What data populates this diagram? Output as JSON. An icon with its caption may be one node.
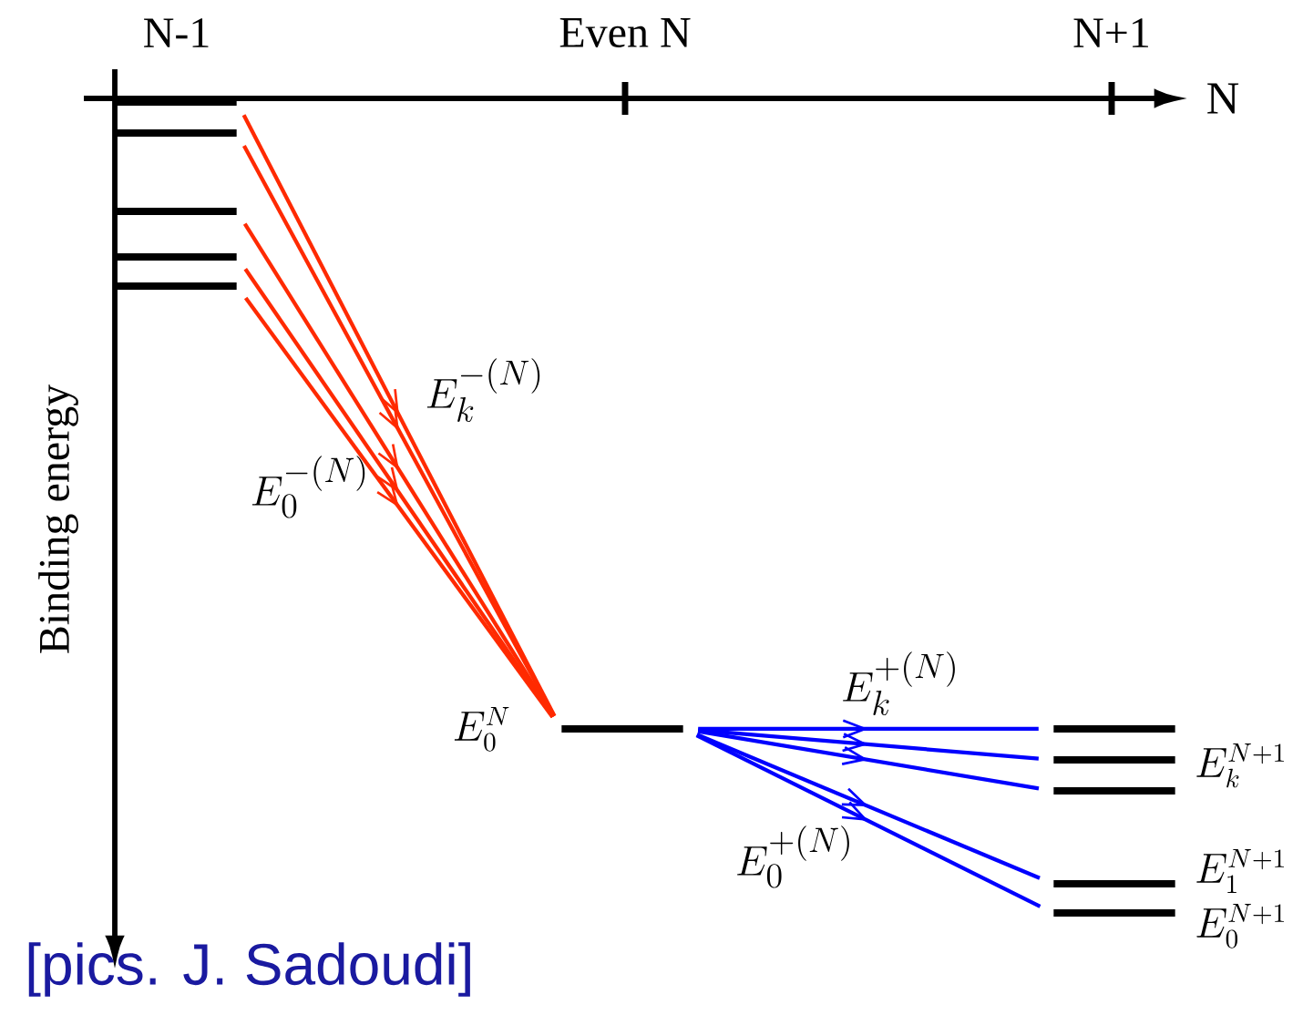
{
  "diagram": {
    "nodes": [
      {
        "text": [],
        "shape": "bar"
      },
      {
        "text": [],
        "shape": "bar"
      },
      {
        "text": [],
        "shape": "bar"
      },
      {
        "text": [],
        "shape": "bar"
      },
      {
        "text": [],
        "shape": "bar"
      },
      {
        "text": [],
        "shape": "bar",
        "beside": [
          "E_0^N"
        ]
      },
      {
        "text": [],
        "shape": "bar"
      },
      {
        "text": [],
        "shape": "bar",
        "beside": [
          "E_k^{N+1}"
        ]
      },
      {
        "text": [],
        "shape": "bar"
      },
      {
        "text": [],
        "shape": "bar",
        "beside": [
          "E_1^{N+1}"
        ]
      },
      {
        "text": [],
        "shape": "bar",
        "beside": [
          "E_0^{N+1}"
        ]
      }
    ],
    "edges": [
      {
        "from": 0,
        "to": 5,
        "arrow": "to",
        "color": "#ff2a00"
      },
      {
        "from": 1,
        "to": 5,
        "arrow": "to",
        "color": "#ff2a00"
      },
      {
        "from": 2,
        "to": 5,
        "arrow": "to",
        "color": "#ff2a00"
      },
      {
        "from": 3,
        "to": 5,
        "arrow": "to",
        "color": "#ff2a00"
      },
      {
        "from": 4,
        "to": 5,
        "arrow": "to",
        "color": "#ff2a00"
      },
      {
        "from": 5,
        "to": 6,
        "arrow": "to",
        "color": "#0000ff"
      },
      {
        "from": 5,
        "to": 7,
        "arrow": "to",
        "color": "#0000ff"
      },
      {
        "from": 5,
        "to": 8,
        "arrow": "to",
        "color": "#0000ff"
      },
      {
        "from": 5,
        "to": 9,
        "arrow": "to",
        "color": "#0000ff"
      },
      {
        "from": 5,
        "to": 10,
        "arrow": "to",
        "color": "#0000ff"
      }
    ],
    "labels": [
      "N-1",
      "Even N",
      "N+1",
      "N",
      "Binding energy",
      "E_k^{-(N)}",
      "E_0^{-(N)}",
      "E_k^{+(N)}",
      "E_0^{+(N)}",
      "[pics. J. Sadoudi]"
    ]
  }
}
